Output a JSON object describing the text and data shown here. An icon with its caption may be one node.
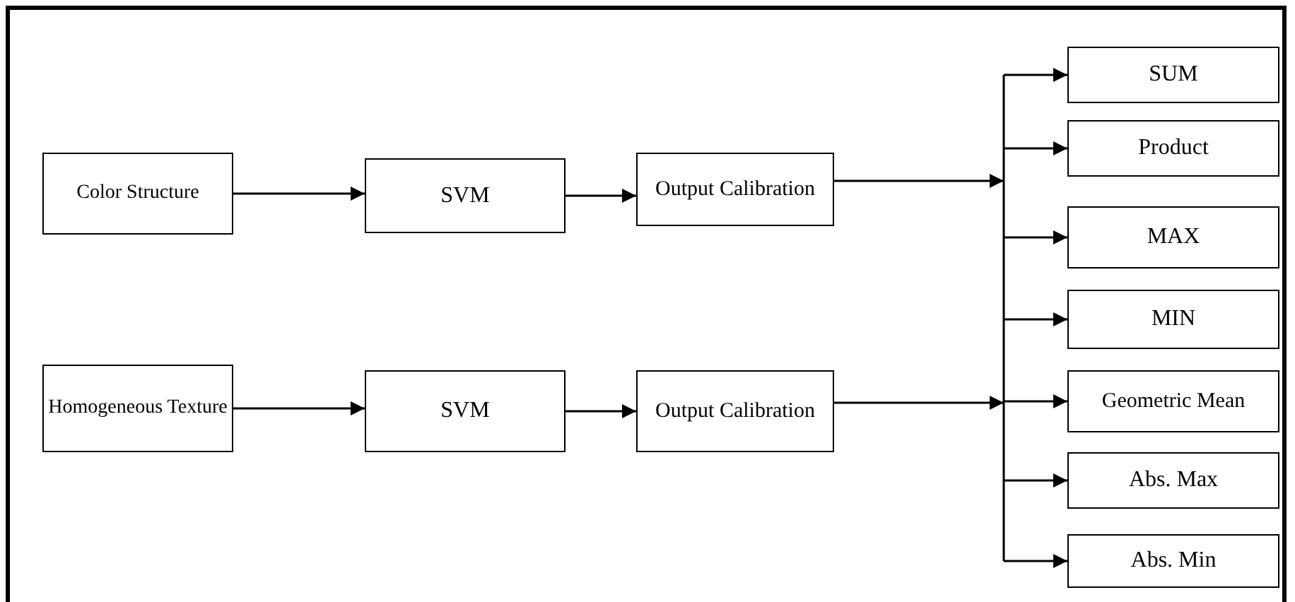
{
  "diagram": {
    "nodes": [
      {
        "text": [
          "Color Structure"
        ]
      },
      {
        "text": [
          "SVM"
        ]
      },
      {
        "text": [
          "Output Calibration"
        ]
      },
      {
        "text": [
          "Homogeneous Texture"
        ]
      },
      {
        "text": [
          "SVM"
        ]
      },
      {
        "text": [
          "Output Calibration"
        ]
      },
      {
        "text": [
          "SUM"
        ]
      },
      {
        "text": [
          "Product"
        ]
      },
      {
        "text": [
          "MAX"
        ]
      },
      {
        "text": [
          "MIN"
        ]
      },
      {
        "text": [
          "Geometric Mean"
        ]
      },
      {
        "text": [
          "Abs. Max"
        ]
      },
      {
        "text": [
          "Abs. Min"
        ]
      }
    ],
    "edges": [
      {
        "from": 0,
        "to": 1,
        "arrow": "to"
      },
      {
        "from": 1,
        "to": 2,
        "arrow": "to"
      },
      {
        "from": 3,
        "to": 4,
        "arrow": "to"
      },
      {
        "from": 4,
        "to": 5,
        "arrow": "to"
      },
      {
        "from": 2,
        "to": 6,
        "arrow": "to"
      },
      {
        "from": 2,
        "to": 7,
        "arrow": "to"
      },
      {
        "from": 2,
        "to": 8,
        "arrow": "to"
      },
      {
        "from": 2,
        "to": 9,
        "arrow": "to"
      },
      {
        "from": 2,
        "to": 10,
        "arrow": "to"
      },
      {
        "from": 2,
        "to": 11,
        "arrow": "to"
      },
      {
        "from": 2,
        "to": 12,
        "arrow": "to"
      },
      {
        "from": 5,
        "to": 6,
        "arrow": "to"
      },
      {
        "from": 5,
        "to": 7,
        "arrow": "to"
      },
      {
        "from": 5,
        "to": 8,
        "arrow": "to"
      },
      {
        "from": 5,
        "to": 9,
        "arrow": "to"
      },
      {
        "from": 5,
        "to": 10,
        "arrow": "to"
      },
      {
        "from": 5,
        "to": 11,
        "arrow": "to"
      },
      {
        "from": 5,
        "to": 12,
        "arrow": "to"
      }
    ]
  }
}
